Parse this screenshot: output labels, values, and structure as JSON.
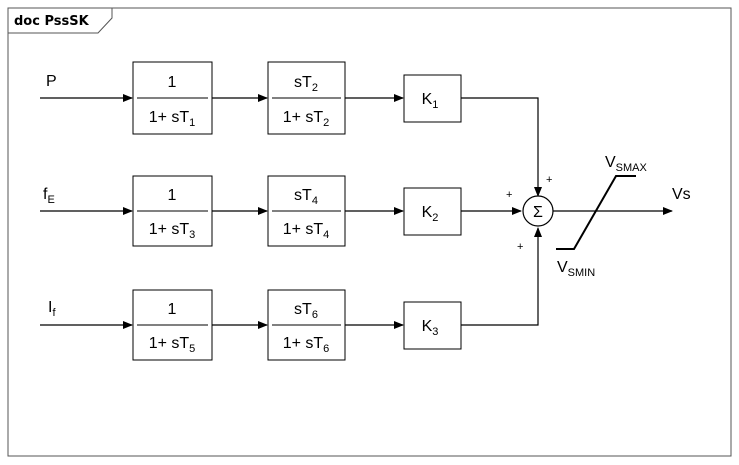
{
  "frame": {
    "title": "doc PssSK"
  },
  "inputs": [
    {
      "base": "P",
      "sub": ""
    },
    {
      "base": "f",
      "sub": "E"
    },
    {
      "base": "I",
      "sub": "f"
    }
  ],
  "lag_blocks": [
    {
      "num": "1",
      "den_prefix": "1+ sT",
      "den_sub": "1"
    },
    {
      "num": "1",
      "den_prefix": "1+ sT",
      "den_sub": "3"
    },
    {
      "num": "1",
      "den_prefix": "1+ sT",
      "den_sub": "5"
    }
  ],
  "washout_blocks": [
    {
      "num_prefix": "sT",
      "num_sub": "2",
      "den_prefix": "1+ sT",
      "den_sub": "2"
    },
    {
      "num_prefix": "sT",
      "num_sub": "4",
      "den_prefix": "1+ sT",
      "den_sub": "4"
    },
    {
      "num_prefix": "sT",
      "num_sub": "6",
      "den_prefix": "1+ sT",
      "den_sub": "6"
    }
  ],
  "gains": [
    {
      "base": "K",
      "sub": "1"
    },
    {
      "base": "K",
      "sub": "2"
    },
    {
      "base": "K",
      "sub": "3"
    }
  ],
  "summer": {
    "symbol": "Σ",
    "signs": [
      "+",
      "+",
      "+"
    ]
  },
  "limiter": {
    "max": {
      "base": "V",
      "sub": "SMAX"
    },
    "min": {
      "base": "V",
      "sub": "SMIN"
    }
  },
  "output": {
    "label": "Vs"
  }
}
